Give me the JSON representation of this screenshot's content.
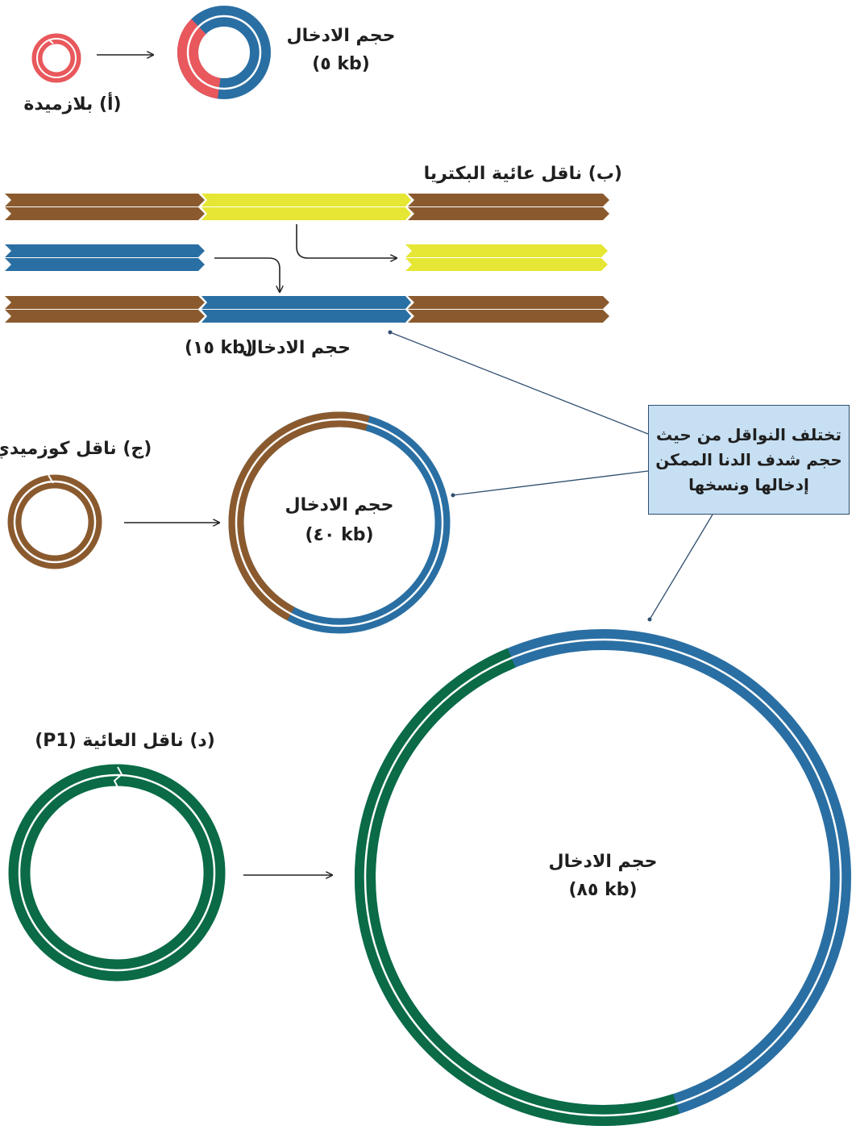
{
  "colors": {
    "plasmid": "#e8585c",
    "insert": "#2a6fa3",
    "phage": "#8a5a2e",
    "yellow": "#e6e634",
    "p1": "#0a6b46"
  },
  "plasmid": {
    "label": "(أ) بلازميدة",
    "insert_title": "حجم الادخال",
    "insert_size": "(kb ٥)"
  },
  "phage": {
    "label": "(ب) ناقل عائية البكتريا",
    "insert_label": "حجم الادخال",
    "insert_size": "(kb ١٥)"
  },
  "cosmid": {
    "label": "(ج) ناقل كوزميدي",
    "insert_title": "حجم الادخال",
    "insert_size": "(kb ٤٠)"
  },
  "p1": {
    "label": "(د) ناقل العائية (P1)",
    "insert_title": "حجم الادخال",
    "insert_size": "(kb ٨٥)"
  },
  "callout": {
    "text": "تختلف النواقل من حيث حجم شدف الدنا الممكن إدخالها ونسخها"
  }
}
